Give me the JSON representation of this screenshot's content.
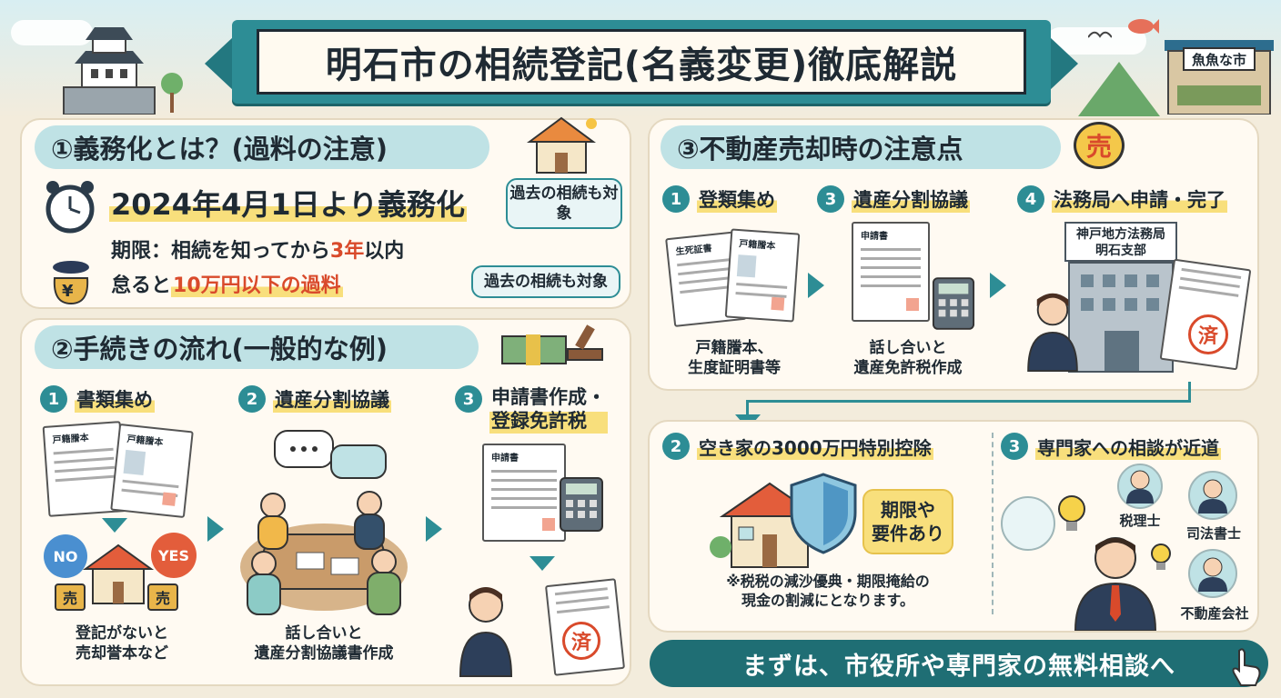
{
  "title": "明石市の相続登記(名義変更)徹底解説",
  "market_sign": "魚魚な市",
  "section1": {
    "heading": "①義務化とは？(過料の注意)",
    "main_line": "2024年4月1日より義務化",
    "deadline_prefix": "期限：相続を知ってから",
    "deadline_emph": "3年",
    "deadline_suffix": "以内",
    "penalty_prefix": "怠ると",
    "penalty_emph": "10万円以下の過料",
    "bubble_top": "過去の相続も対象",
    "bubble_bottom": "過去の相続も対象",
    "yen_symbol": "¥"
  },
  "section2": {
    "heading": "②手続きの流れ(一般的な例)",
    "steps": [
      {
        "num": "1",
        "title": "書類集め",
        "doc1": "戸籍謄本",
        "doc2": "戸籍謄本",
        "caption": "登記がないと\n売却誉本など"
      },
      {
        "num": "2",
        "title": "遺産分割協議",
        "caption": "話し合いと\n遺産分割協議書作成"
      },
      {
        "num": "3",
        "title": "申請書作成・\n登録免許税",
        "doc": "申請書",
        "stamp": "済"
      }
    ],
    "no_label": "NO",
    "yes_label": "YES",
    "sell_label": "売"
  },
  "section3": {
    "heading": "③不動産売却時の注意点",
    "sell_badge": "売",
    "steps": [
      {
        "num": "1",
        "title": "登類集め",
        "doc1": "生死証書",
        "doc2": "戸籍謄本",
        "caption": "戸籍謄本、\n生度証明書等"
      },
      {
        "num": "3",
        "title": "遺産分割協議",
        "doc": "申請書",
        "caption": "話し合いと\n遺産免許税作成"
      },
      {
        "num": "4",
        "title": "法務局へ申請・完了",
        "office": "神戸地方法務局\n明石支部",
        "stamp": "済"
      }
    ],
    "sub2": {
      "num": "2",
      "title": "空き家の3000万円特別控除",
      "bubble": "期限や\n要件あり",
      "note": "※税税の減沙優典・期限掩給の\n現金の割減にとなります。"
    },
    "sub3": {
      "num": "3",
      "title": "専門家への相談が近道",
      "experts": [
        "税理士",
        "司法書士",
        "不動産会社"
      ]
    }
  },
  "cta": "まずは、市役所や専門家の無料相談へ",
  "colors": {
    "teal": "#2d8d95",
    "accent": "#d94a2b",
    "highlight": "#f8df7c"
  }
}
